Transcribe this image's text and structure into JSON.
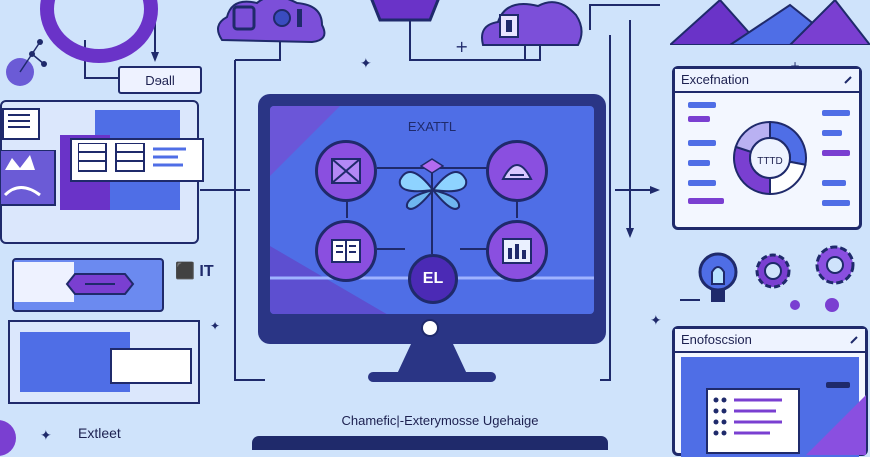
{
  "labels": {
    "top_tag": "Dɘall",
    "monitor_title": "EXATTL",
    "center_node": "EL",
    "side_tag": "⬛ IT",
    "right_top_title": "Excefnation",
    "donut_center": "TTTD",
    "right_bottom_title": "Enofoscsion",
    "bottom_left": "Extleet",
    "bottom_caption": "Chamefic|-Exterymosse Ugehaige"
  },
  "icons": [
    "envelope-icon",
    "book-icon",
    "chart-bar-icon",
    "contrast-icon",
    "butterfly-icon",
    "lightbulb-icon",
    "gear-icon",
    "mountain-icon",
    "document-icon"
  ],
  "colors": {
    "background": "#cfe3fb",
    "navy": "#1f2a6b",
    "purple": "#7a3fd1",
    "blue": "#4f6ee6",
    "lavender": "#b9b1f2"
  },
  "donut_segments": [
    0.28,
    0.22,
    0.3,
    0.2
  ]
}
